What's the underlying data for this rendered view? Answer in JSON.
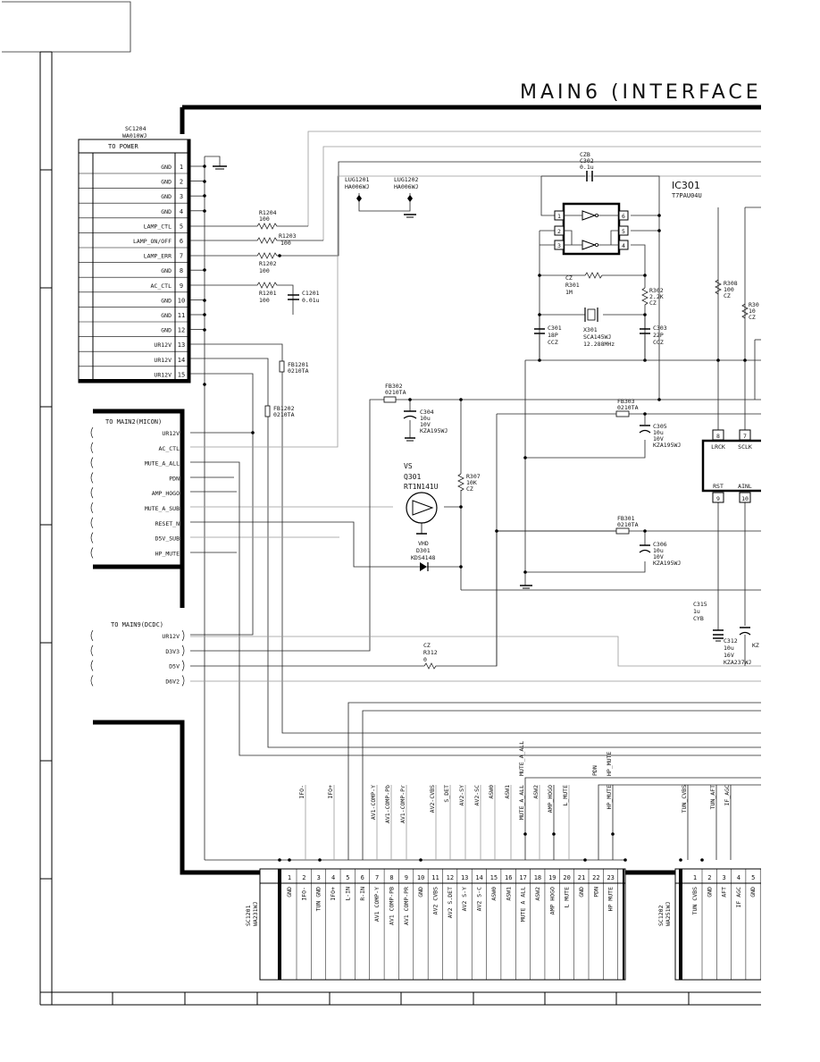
{
  "title": "MAIN6 (INTERFACE",
  "sc1204": {
    "ref": "SC1204",
    "part": "WA010WJ",
    "header": "TO POWER",
    "pins": [
      {
        "num": "1",
        "label": "GND"
      },
      {
        "num": "2",
        "label": "GND"
      },
      {
        "num": "3",
        "label": "GND"
      },
      {
        "num": "4",
        "label": "GND"
      },
      {
        "num": "5",
        "label": "LAMP_CTL"
      },
      {
        "num": "6",
        "label": "LAMP_ON/OFF"
      },
      {
        "num": "7",
        "label": "LAMP_ERR"
      },
      {
        "num": "8",
        "label": "GND"
      },
      {
        "num": "9",
        "label": "AC_CTL"
      },
      {
        "num": "10",
        "label": "GND"
      },
      {
        "num": "11",
        "label": "GND"
      },
      {
        "num": "12",
        "label": "GND"
      },
      {
        "num": "13",
        "label": "UR12V"
      },
      {
        "num": "14",
        "label": "UR12V"
      },
      {
        "num": "15",
        "label": "UR12V"
      }
    ]
  },
  "main2": {
    "header": "TO MAIN2(MICON)",
    "signals": [
      "UR12V",
      "AC_CTL",
      "MUTE_A_ALL",
      "PDN",
      "AMP_HOGO",
      "MUTE_A_SUB",
      "RESET_N",
      "D5V_SUB",
      "HP_MUTE"
    ]
  },
  "main9": {
    "header": "TO MAIN9(DCDC)",
    "signals": [
      "UR12V",
      "D3V3",
      "D5V",
      "D6V2"
    ]
  },
  "components": {
    "r1204": {
      "ref": "R1204",
      "value": "100"
    },
    "r1203": {
      "ref": "R1203",
      "value": "100"
    },
    "r1202": {
      "ref": "R1202",
      "value": "100"
    },
    "r1201": {
      "ref": "R1201",
      "value": "100"
    },
    "c1201": {
      "ref": "C1201",
      "value": "0.01u"
    },
    "lug1201": {
      "ref": "LUG1201",
      "part": "HA006WJ"
    },
    "lug1202": {
      "ref": "LUG1202",
      "part": "HA006WJ"
    },
    "fb1201": {
      "ref": "FB1201",
      "part": "0210TA"
    },
    "fb1202": {
      "ref": "FB1202",
      "part": "0210TA"
    },
    "fb302": {
      "ref": "FB302",
      "part": "0210TA"
    },
    "c304": {
      "ref": "C304",
      "l1": "10u",
      "l2": "10V",
      "l3": "KZA195WJ"
    },
    "q301": {
      "l1": "VS",
      "ref": "Q301",
      "part": "RT1N141U"
    },
    "r307": {
      "ref": "R307",
      "value": "10K",
      "tol": "CZ"
    },
    "d301": {
      "l1": "VHD",
      "ref": "D301",
      "part": "KDS4148"
    },
    "r312": {
      "tol": "CZ",
      "ref": "R312",
      "value": "0"
    },
    "c302": {
      "tol": "CZB",
      "ref": "C302",
      "value": "0.1u"
    },
    "ic301": {
      "ref": "IC301",
      "part": "T7PAU04U"
    },
    "r301": {
      "tol": "CZ",
      "ref": "R301",
      "value": "1M"
    },
    "r302": {
      "ref": "R302",
      "value": "2.2K",
      "tol": "CZ"
    },
    "c301": {
      "ref": "C301",
      "value": "18P",
      "tol": "CCZ"
    },
    "x301": {
      "ref": "X301",
      "part": "SCA145WJ",
      "freq": "12.288MHz"
    },
    "c303": {
      "ref": "C303",
      "value": "22P",
      "tol": "CCZ"
    },
    "fb303": {
      "ref": "FB303",
      "part": "0210TA"
    },
    "c305": {
      "ref": "C305",
      "l1": "10u",
      "l2": "10V",
      "l3": "KZA195WJ"
    },
    "fb301": {
      "ref": "FB301",
      "part": "0210TA"
    },
    "c306": {
      "ref": "C306",
      "l1": "10u",
      "l2": "10V",
      "l3": "KZA195WJ"
    },
    "r308": {
      "ref": "R308",
      "value": "100",
      "tol": "CZ"
    },
    "r30x": {
      "ref": "R30",
      "value": "10",
      "tol": "CZ"
    },
    "c315": {
      "ref": "C315",
      "value": "1u",
      "tol": "CYB"
    },
    "c312": {
      "ref": "C312",
      "l1": "10u",
      "l2": "16V",
      "l3": "KZA237WJ"
    },
    "kz": {
      "text": "KZ"
    }
  },
  "ic_pins": [
    {
      "num": "8",
      "label": "LRCK"
    },
    {
      "num": "7",
      "label": "SCLK"
    },
    {
      "num": "9",
      "label": "RST"
    },
    {
      "num": "10",
      "label": "AINL"
    }
  ],
  "sc1201": {
    "ref": "SC1201",
    "part": "WA231WJ",
    "pins": [
      {
        "num": "1",
        "label": "GND"
      },
      {
        "num": "2",
        "label": "IFO-"
      },
      {
        "num": "3",
        "label": "TUN GND"
      },
      {
        "num": "4",
        "label": "IFO+"
      },
      {
        "num": "5",
        "label": "L-IN"
      },
      {
        "num": "6",
        "label": "R-IN"
      },
      {
        "num": "7",
        "label": "AV1 COMP-Y"
      },
      {
        "num": "8",
        "label": "AV1 COMP-PB"
      },
      {
        "num": "9",
        "label": "AV1 COMP-PR"
      },
      {
        "num": "10",
        "label": "GND"
      },
      {
        "num": "11",
        "label": "AV2 CVBS"
      },
      {
        "num": "12",
        "label": "AV2 S.DET"
      },
      {
        "num": "13",
        "label": "AV2 S-Y"
      },
      {
        "num": "14",
        "label": "AV2 S-C"
      },
      {
        "num": "15",
        "label": "ASW0"
      },
      {
        "num": "16",
        "label": "ASW1"
      },
      {
        "num": "17",
        "label": "MUTE A ALL"
      },
      {
        "num": "18",
        "label": "ASW2"
      },
      {
        "num": "19",
        "label": "AMP HOGO"
      },
      {
        "num": "20",
        "label": "L MUTE"
      },
      {
        "num": "21",
        "label": "GND"
      },
      {
        "num": "22",
        "label": "PDN"
      },
      {
        "num": "23",
        "label": "HP MUTE"
      }
    ],
    "net_labels": [
      "IFO-",
      "IFO+",
      "AV1-COMP-Y",
      "AV1-COMP-Pb",
      "AV1-COMP-Pr",
      "AV2-CVBS",
      "S_DET",
      "AV2-SY",
      "AV2-SC",
      "ASW0",
      "ASW1",
      "MUTE_A_ALL",
      "ASW2",
      "AMP_HOGO",
      "L_MUTE",
      "HP_MUTE"
    ],
    "net_labels_top": [
      "MUTE_A_ALL",
      "PDN",
      "HP_MUTE"
    ]
  },
  "sc1202": {
    "ref": "SC1202",
    "part": "WA251WJ",
    "pins": [
      {
        "num": "1",
        "label": "TUN CVBS"
      },
      {
        "num": "2",
        "label": "GND"
      },
      {
        "num": "3",
        "label": "AFT"
      },
      {
        "num": "4",
        "label": "IF AGC"
      },
      {
        "num": "5",
        "label": "GND"
      }
    ],
    "net_labels": [
      "TUN_CVBS",
      "TUN_AFT",
      "IF_AGC"
    ]
  }
}
